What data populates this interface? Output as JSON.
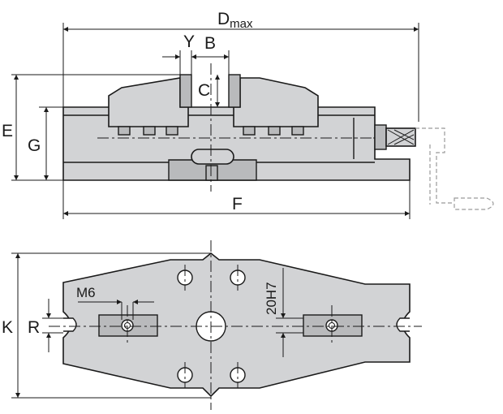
{
  "labels": {
    "d_max_main": "D",
    "d_max_sub": "max",
    "y": "Y",
    "b": "B",
    "c": "C",
    "e": "E",
    "g": "G",
    "f": "F",
    "k": "K",
    "r": "R",
    "m6": "M6",
    "fit_20h7": "20H7"
  }
}
